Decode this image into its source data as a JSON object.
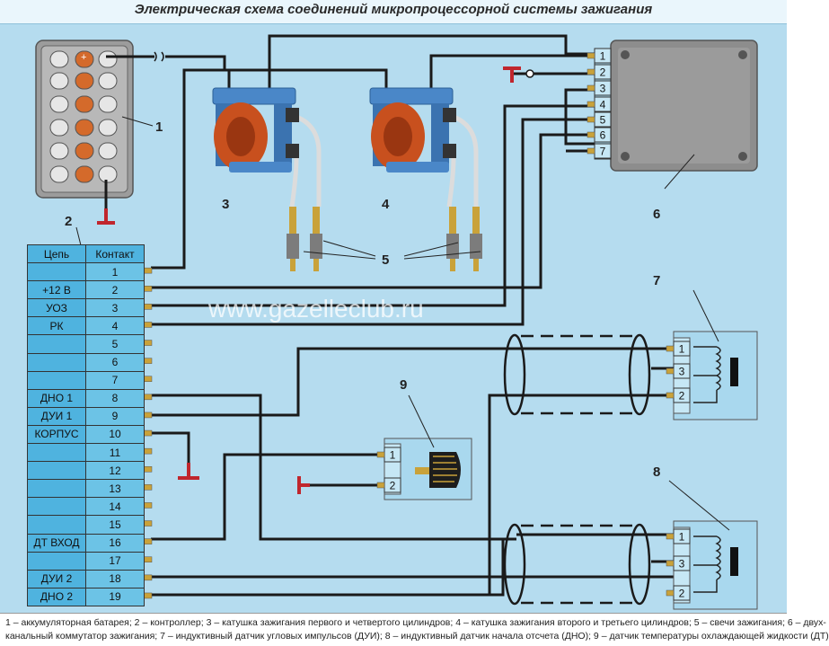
{
  "title": "Электрическая схема соединений микропроцессорной системы зажигания",
  "colors": {
    "background": "#b5dcef",
    "wire": "#1a1a1a",
    "ground": "#c0262d",
    "coil": "#c8501e",
    "module": "#8d8d8d",
    "sensor": "#a9d8ee"
  },
  "callouts": {
    "c1": "1",
    "c2": "2",
    "c3": "3",
    "c4": "4",
    "c5": "5",
    "c6": "6",
    "c7": "7",
    "c8": "8",
    "c9": "9"
  },
  "controller": {
    "header_circuit": "Цепь",
    "header_contact": "Контакт",
    "rows": [
      {
        "circuit": "",
        "contact": "1"
      },
      {
        "circuit": "+12 В",
        "contact": "2"
      },
      {
        "circuit": "УОЗ",
        "contact": "3"
      },
      {
        "circuit": "РК",
        "contact": "4"
      },
      {
        "circuit": "",
        "contact": "5"
      },
      {
        "circuit": "",
        "contact": "6"
      },
      {
        "circuit": "",
        "contact": "7"
      },
      {
        "circuit": "ДНО 1",
        "contact": "8"
      },
      {
        "circuit": "ДУИ 1",
        "contact": "9"
      },
      {
        "circuit": "КОРПУС",
        "contact": "10"
      },
      {
        "circuit": "",
        "contact": "11"
      },
      {
        "circuit": "",
        "contact": "12"
      },
      {
        "circuit": "",
        "contact": "13"
      },
      {
        "circuit": "",
        "contact": "14"
      },
      {
        "circuit": "",
        "contact": "15"
      },
      {
        "circuit": "ДТ ВХОД",
        "contact": "16"
      },
      {
        "circuit": "",
        "contact": "17"
      },
      {
        "circuit": "ДУИ 2",
        "contact": "18"
      },
      {
        "circuit": "ДНО 2",
        "contact": "19"
      }
    ]
  },
  "commutator_pins": [
    "1",
    "2",
    "3",
    "4",
    "5",
    "6",
    "7"
  ],
  "sensor7_pins": [
    "1",
    "3",
    "2"
  ],
  "sensor8_pins": [
    "1",
    "3",
    "2"
  ],
  "sensor9_pins": [
    "1",
    "2"
  ],
  "battery_plus": "+",
  "battery_minus": "−",
  "watermark": "www.gazelleclub.ru",
  "legend": [
    "1 – аккумуляторная батарея; 2 – контроллер; 3 – катушка зажигания первого и четвертого цилиндров; 4 – катушка зажигания второго и третьего цилиндров; 5 – свечи зажигания; 6 – двух-",
    "канальный коммутатор зажигания; 7 – индуктивный датчик угловых импульсов (ДУИ); 8 – индуктивный датчик начала отсчета (ДНО); 9 – датчик температуры охлаждающей жидкости (ДТ)"
  ]
}
